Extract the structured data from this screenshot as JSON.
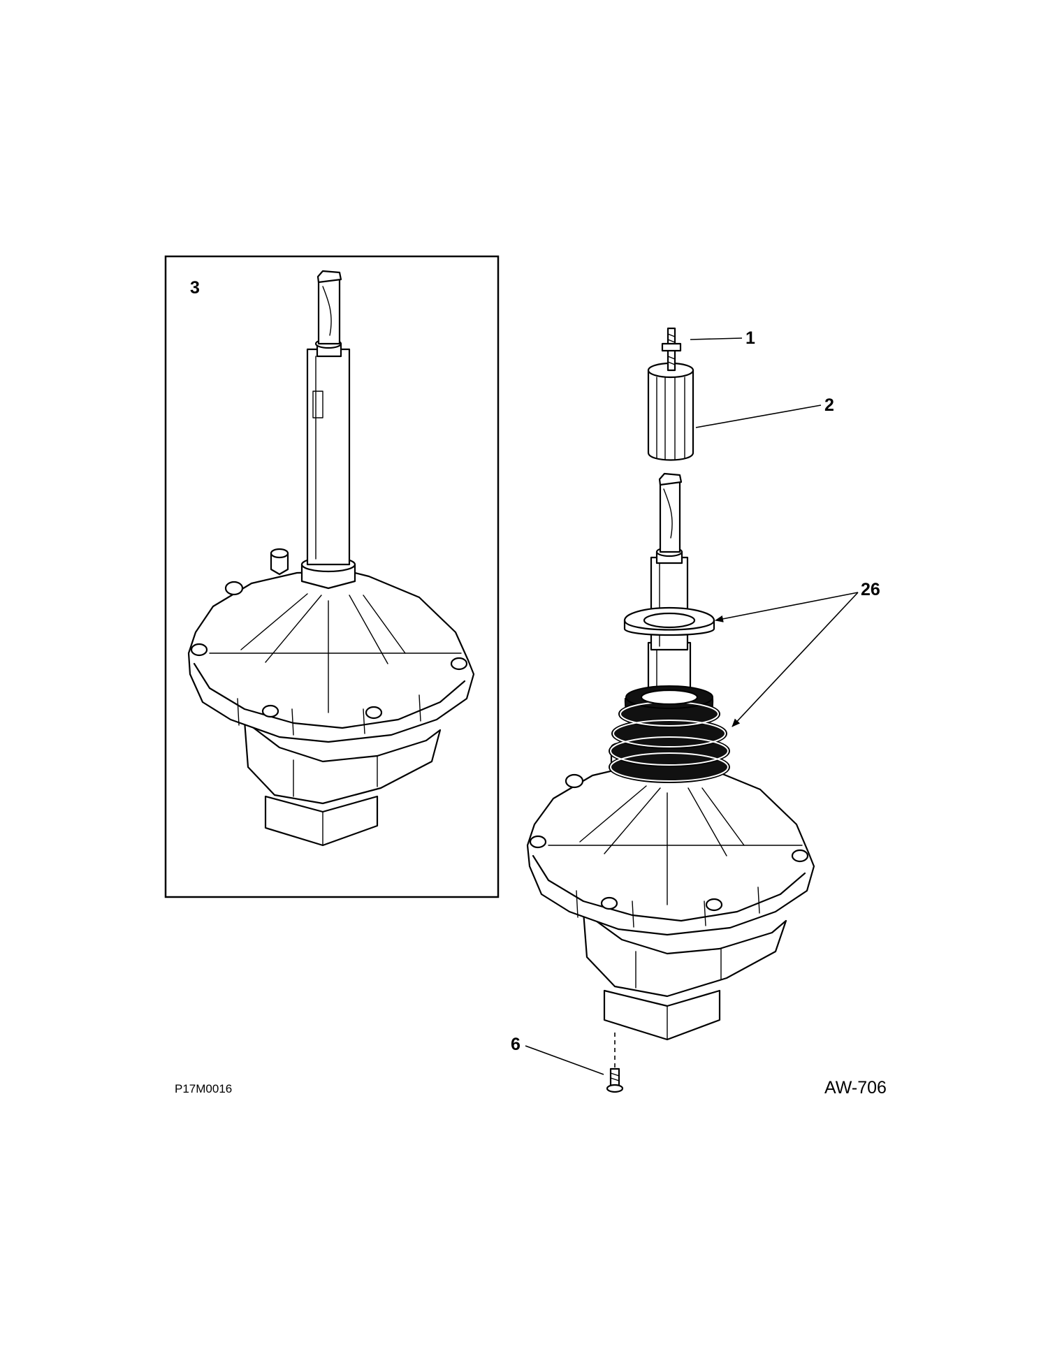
{
  "diagram": {
    "inset_part_label": "3",
    "callouts": [
      "1",
      "2",
      "26",
      "6"
    ],
    "figure_code": "P17M0016",
    "page_code": "AW-706"
  }
}
